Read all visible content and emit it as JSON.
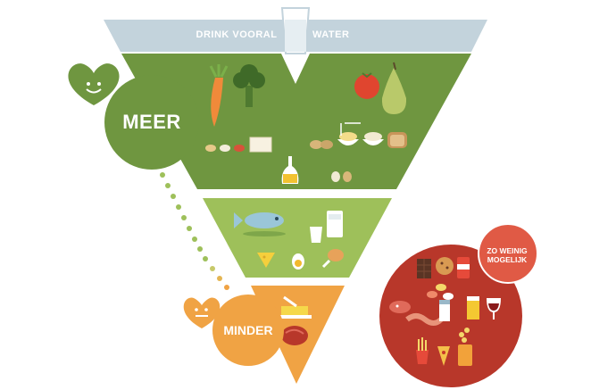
{
  "header": {
    "drink_left": "DRINK VOORAL",
    "drink_right": "WATER"
  },
  "labels": {
    "more": "MEER",
    "less": "MINDER",
    "as_little": "ZO WEINIG MOGELIJK"
  },
  "colors": {
    "water_band": "#c3d3dc",
    "tier_top": "#6f9640",
    "tier_middle": "#9ec05a",
    "tier_bottom": "#f0a344",
    "meer_circle": "#6f9640",
    "minder_circle": "#f0a344",
    "red_circle": "#b8372a",
    "badge": "#e05a45"
  },
  "icons": {
    "happy": "smiley-heart-icon",
    "neutral": "neutral-heart-icon",
    "top_tier": [
      "carrot-icon",
      "broccoli-icon",
      "tomato-icon",
      "pear-icon",
      "legumes-icon",
      "tofu-icon",
      "potatoes-icon",
      "pasta-icon",
      "rice-icon",
      "bread-icon",
      "oil-bottle-icon",
      "nuts-icon"
    ],
    "middle_tier": [
      "fish-icon",
      "yogurt-icon",
      "milk-icon",
      "cheese-icon",
      "egg-icon",
      "chicken-leg-icon"
    ],
    "bottom_tier": [
      "butter-icon",
      "red-meat-icon"
    ],
    "red_circle": [
      "chocolate-icon",
      "cookie-icon",
      "soda-can-icon",
      "candy-icon",
      "sausage-icon",
      "bacon-icon",
      "salt-icon",
      "beer-icon",
      "wine-icon",
      "fries-icon",
      "pizza-icon",
      "chips-icon"
    ]
  }
}
